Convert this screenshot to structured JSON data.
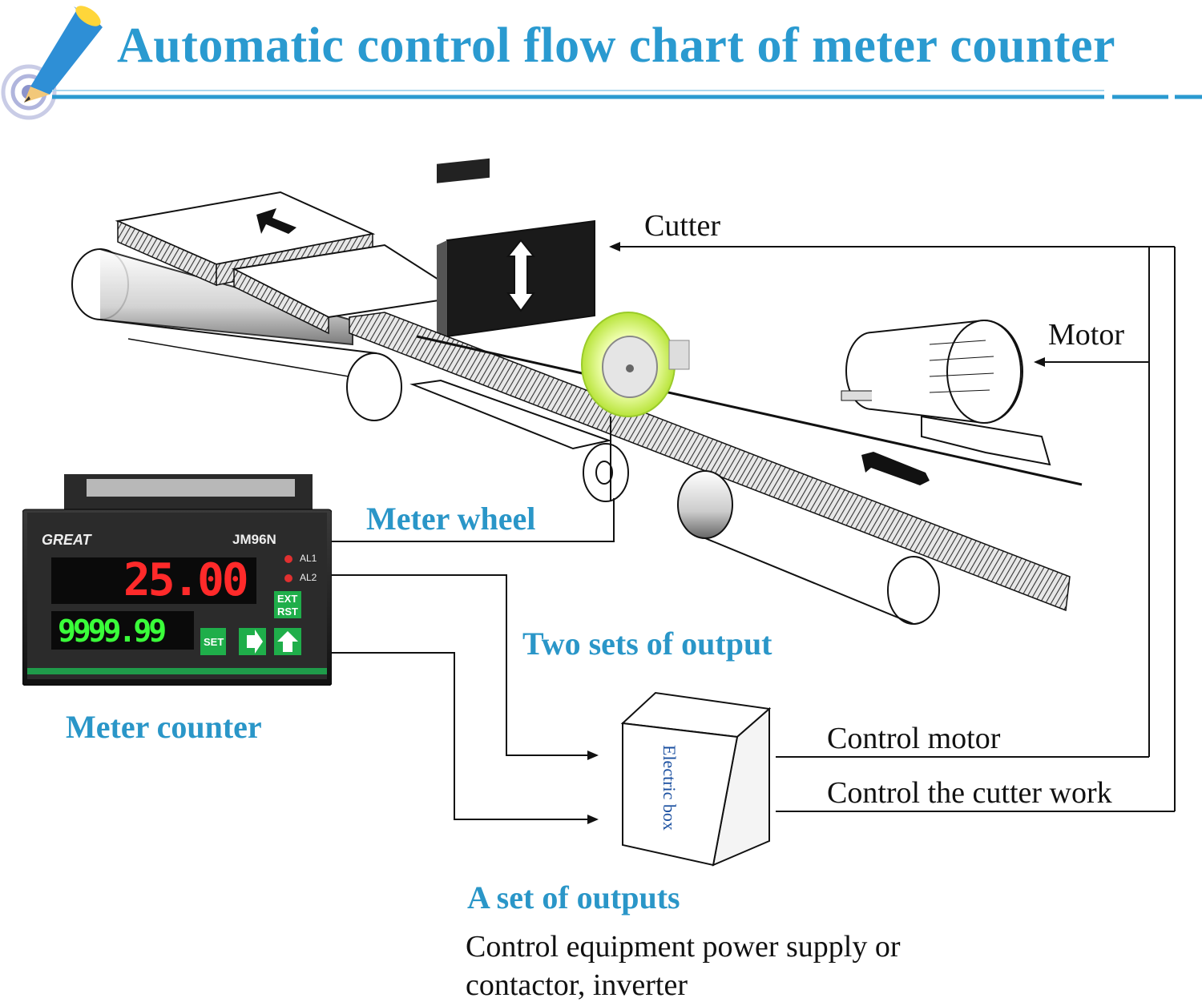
{
  "title": "Automatic control flow chart of meter counter",
  "labels": {
    "cutter": "Cutter",
    "motor": "Motor",
    "meter_wheel": "Meter wheel",
    "two_sets_output": "Two sets of output",
    "meter_counter": "Meter counter",
    "control_motor": "Control motor",
    "control_cutter": "Control the cutter work",
    "a_set_outputs": "A set of outputs",
    "outputs_desc_1": "Control equipment power supply or",
    "outputs_desc_2": "contactor, inverter",
    "electric_box": "Electric box"
  },
  "device": {
    "brand": "GREAT",
    "model": "JM96N",
    "display_top": "25.00",
    "display_bottom": "9999.99",
    "indicator_1": "AL1",
    "indicator_2": "AL2",
    "btn_ext": "EXT",
    "btn_rst": "RST",
    "btn_set": "SET"
  },
  "colors": {
    "title": "#2a9ad0",
    "label_blue": "#2a96c8",
    "display_red": "#ff2a2a",
    "display_green": "#3aff3a",
    "button_green": "#1fae4a"
  }
}
